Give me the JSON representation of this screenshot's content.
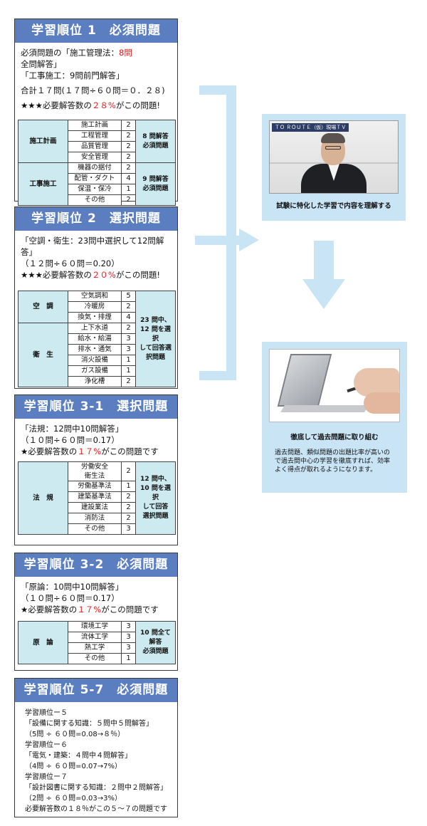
{
  "card1": {
    "title": "学習順位 1　必須問題",
    "line1_pre": "必須問題の「施工管理法：",
    "line1_red": "8問",
    "line1_post": "全問解答」",
    "line2": "「工事施工：9問前門解答」",
    "line3": "合計１７問(１７問÷６０問＝０．２８)",
    "line4_pre": "★★★必要解答数の",
    "line4_red": "２８%",
    "line4_post": "がこの問題!",
    "groups": [
      {
        "category": "施工計画",
        "note": "8 問解答\n必須問題",
        "items": [
          {
            "name": "施工計画",
            "count": "2"
          },
          {
            "name": "工程管理",
            "count": "2"
          },
          {
            "name": "品質管理",
            "count": "2"
          },
          {
            "name": "安全管理",
            "count": "2"
          }
        ]
      },
      {
        "category": "工事施工",
        "note": "9 問解答\n必須問題",
        "items": [
          {
            "name": "機器の据付",
            "count": "2"
          },
          {
            "name": "配管・ダクト",
            "count": "4"
          },
          {
            "name": "保温・保冷",
            "count": "1"
          },
          {
            "name": "その他",
            "count": "2"
          }
        ]
      }
    ]
  },
  "card2": {
    "title": "学習順位 2　選択問題",
    "line1": "「空調・衛生：23問中選択して12問解答」",
    "line2": "（１２問÷６０問＝0.20）",
    "line3_pre": "★★★必要解答数の",
    "line3_red": "２０%",
    "line3_post": "がこの問題!",
    "note": "23 問中、\n12 問を選択\nして回答選\n択問題",
    "groups": [
      {
        "category": "空　調",
        "items": [
          {
            "name": "空気調和",
            "count": "5"
          },
          {
            "name": "冷暖房",
            "count": "2"
          },
          {
            "name": "換気・排煙",
            "count": "4"
          }
        ]
      },
      {
        "category": "衛　生",
        "items": [
          {
            "name": "上下水道",
            "count": "2"
          },
          {
            "name": "給水・給湯",
            "count": "3"
          },
          {
            "name": "排水・通気",
            "count": "3"
          },
          {
            "name": "消火設備",
            "count": "1"
          },
          {
            "name": "ガス設備",
            "count": "1"
          },
          {
            "name": "浄化槽",
            "count": "2"
          }
        ]
      }
    ]
  },
  "card3": {
    "title": "学習順位 3-1　選択問題",
    "line1": "「法規：12問中10問解答」",
    "line2": "（１０問÷６０問＝0.17）",
    "line3_pre": "★必要解答数の",
    "line3_red": "１７%",
    "line3_post": "がこの問題です",
    "category": "法　規",
    "note": "12 問中、\n10 問を選択\nして回答\n選択問題",
    "items": [
      {
        "name": "労働安全\n衛生法",
        "count": "2"
      },
      {
        "name": "労働基準法",
        "count": "1"
      },
      {
        "name": "建築基準法",
        "count": "2"
      },
      {
        "name": "建設業法",
        "count": "2"
      },
      {
        "name": "消防法",
        "count": "2"
      },
      {
        "name": "その他",
        "count": "3"
      }
    ]
  },
  "card4": {
    "title": "学習順位 3-2　必須問題",
    "line1": "「原論：10問中10問解答」",
    "line2": "（１０問÷６０問＝0.17）",
    "line3_pre": "★必要解答数の",
    "line3_red": "１７%",
    "line3_post": "がこの問題です",
    "category": "原　論",
    "note": "10 問全て\n解答\n必須問題",
    "items": [
      {
        "name": "環境工学",
        "count": "3"
      },
      {
        "name": "流体工学",
        "count": "3"
      },
      {
        "name": "熱工学",
        "count": "3"
      },
      {
        "name": "その他",
        "count": "1"
      }
    ]
  },
  "card5": {
    "title": "学習順位 5-7　必須問題",
    "lines": [
      "学習順位ー５",
      "「設備に関する知識：５問中５問解答」",
      "（5問 ÷ ６０問=0.08→８％）",
      "学習順位ー６",
      "「電気・建築：４問中４問解答」",
      "（4問 ÷ ６０問=0.07→7%）",
      "学習順位ー７",
      "「設計図書に関する知識：２問中２問解答」",
      "（2問 ÷ ６０問=0.03→3%）",
      "必要解答数の１８％がこの５〜７の問題です"
    ]
  },
  "panel1": {
    "video_tag": "ＴＯ ＲＯＵＴＥ（仮）現場ＴＶ",
    "caption": "試験に特化した学習で内容を理解する"
  },
  "panel2": {
    "caption": "徹底して過去問題に取り組む",
    "description": "過去問題、類似問題の出題比率が高いので過去問中心の学習を徹底すれば、効率よく得点が取れるようになります。"
  },
  "colors": {
    "header": "#5b7ec0",
    "accent_red": "#e01a1a",
    "cell": "#cdeaf0",
    "panel": "#c9e4f5"
  }
}
